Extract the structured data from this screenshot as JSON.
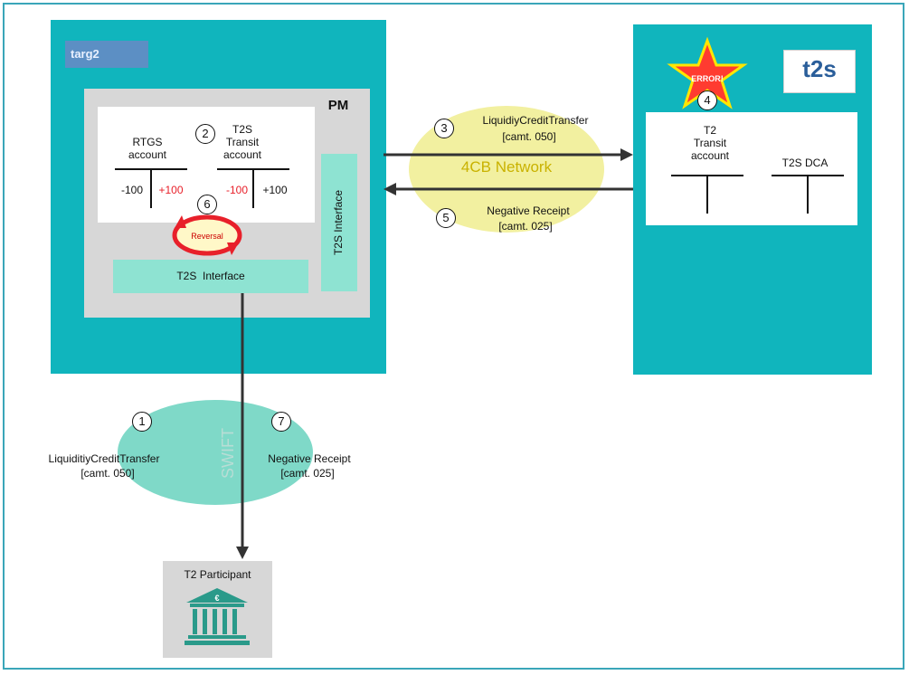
{
  "left_system": {
    "logo_text": "targ2",
    "pm_label": "PM",
    "rtgs_account": "RTGS\naccount",
    "t2s_transit_account": "T2S\nTransit\naccount",
    "rtgs_debit": "-100",
    "rtgs_credit": "+100",
    "transit_debit": "-100",
    "transit_credit": "+100",
    "reversal_label": "Reversal",
    "t2s_interface_h": "T2S  Interface",
    "t2s_interface_v": "T2S Interface"
  },
  "right_system": {
    "logo_text": "t2s",
    "error_label": "ERROR!",
    "t2_transit_account": "T2\nTransit\naccount",
    "t2s_dca": "T2S DCA"
  },
  "network": {
    "label": "4CB Network",
    "msg3_line1": "LiquidiyCreditTransfer",
    "msg3_line2": "[camt. 050]",
    "msg5_line1": "Negative Receipt",
    "msg5_line2": "[camt. 025]"
  },
  "swift": {
    "label": "SWIFT",
    "msg1_line1": "LiquiditiyCreditTransfer",
    "msg1_line2": "[camt. 050]",
    "msg7_line1": "Negative Receipt",
    "msg7_line2": "[camt. 025]"
  },
  "participant": {
    "label": "T2 Participant",
    "symbol": "€"
  },
  "steps": [
    "1",
    "2",
    "3",
    "4",
    "5",
    "6",
    "7"
  ],
  "colors": {
    "teal": "#10b5bd",
    "grey": "#d7d7d7",
    "mint": "#8ee3d2",
    "network_yellow": "#f2f0a0",
    "swift_ellipse": "#7fd9c8",
    "reversal_red": "#e8202a",
    "error_star": "#ff3b30",
    "credit_red": "#e8202a"
  }
}
